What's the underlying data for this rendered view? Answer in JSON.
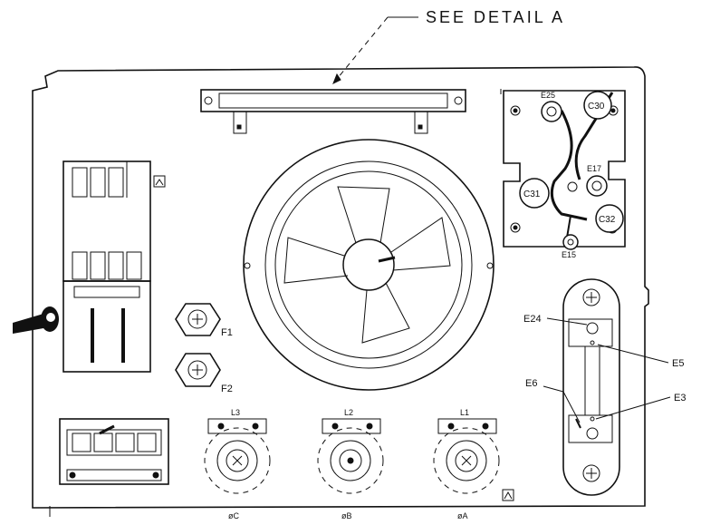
{
  "callout": {
    "text": "SEE DETAIL A"
  },
  "labels": {
    "E25": "E25",
    "C30": "C30",
    "E17": "E17",
    "C31": "C31",
    "C32": "C32",
    "E15": "E15",
    "E24": "E24",
    "E5": "E5",
    "E6": "E6",
    "E3": "E3",
    "F1": "F1",
    "F2": "F2",
    "L3": "L3",
    "L2": "L2",
    "L1": "L1",
    "phaseC": "øC",
    "phaseB": "øB",
    "phaseA": "øA"
  },
  "icons": [
    "fan-assembly",
    "fuse-holder",
    "inductor",
    "capacitor",
    "terminal",
    "ground-symbol"
  ]
}
